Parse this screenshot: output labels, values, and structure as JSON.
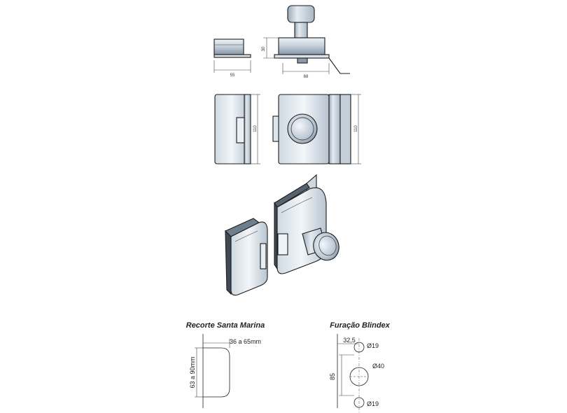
{
  "top_view": {
    "width_small": "55",
    "width_large": "68",
    "height": "30"
  },
  "front_view": {
    "height_small": "110",
    "height_large": "110"
  },
  "santa_marina": {
    "title": "Recorte Santa Marina",
    "width": "36 a 65mm",
    "height": "63 a 90mm"
  },
  "blindex": {
    "title": "Furação Blindex",
    "offset": "32,5",
    "hole_small_top": "Ø19",
    "hole_large": "Ø40",
    "hole_small_bottom": "Ø19",
    "spacing": "85"
  },
  "colors": {
    "metal_light": "#dde6ee",
    "metal_mid": "#b4c2cf",
    "metal_dark": "#7d8c9a",
    "outline": "#1c1c1c"
  }
}
